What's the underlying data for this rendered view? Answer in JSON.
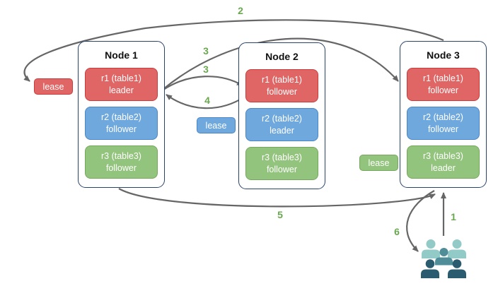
{
  "nodes": [
    {
      "title": "Node 1",
      "replicas": [
        {
          "name": "r1 (table1)",
          "role": "leader",
          "color": "red"
        },
        {
          "name": "r2 (table2)",
          "role": "follower",
          "color": "blue"
        },
        {
          "name": "r3 (table3)",
          "role": "follower",
          "color": "green"
        }
      ]
    },
    {
      "title": "Node 2",
      "replicas": [
        {
          "name": "r1 (table1)",
          "role": "follower",
          "color": "red"
        },
        {
          "name": "r2 (table2)",
          "role": "leader",
          "color": "blue"
        },
        {
          "name": "r3 (table3)",
          "role": "follower",
          "color": "green"
        }
      ]
    },
    {
      "title": "Node 3",
      "replicas": [
        {
          "name": "r1 (table1)",
          "role": "follower",
          "color": "red"
        },
        {
          "name": "r2 (table2)",
          "role": "follower",
          "color": "blue"
        },
        {
          "name": "r3 (table3)",
          "role": "leader",
          "color": "green"
        }
      ]
    }
  ],
  "leases": [
    {
      "label": "lease",
      "color": "red",
      "near": "left of Node 1 (r1 leader)"
    },
    {
      "label": "lease",
      "color": "blue",
      "near": "left of Node 2 (r2 leader)"
    },
    {
      "label": "lease",
      "color": "green",
      "near": "left of Node 3 (r3 leader)"
    }
  ],
  "arrows": [
    {
      "label": "1",
      "from": "clients",
      "to": "Node 3 bottom"
    },
    {
      "label": "2",
      "from": "Node 3 top",
      "to": "red lease"
    },
    {
      "label": "3",
      "from": "Node 1 r1 leader",
      "to": "Node 3 r1 follower"
    },
    {
      "label": "3",
      "from": "Node 1 r1 leader",
      "to": "Node 2 r1 follower"
    },
    {
      "label": "4",
      "from": "Node 2 r1 follower",
      "to": "Node 1 r1 leader"
    },
    {
      "label": "5",
      "from": "Node 1 bottom",
      "to": "Node 3 bottom"
    },
    {
      "label": "6",
      "from": "Node 3 bottom",
      "to": "clients"
    }
  ],
  "icons": {
    "users": "users-icon"
  },
  "colors": {
    "red_fill": "#e06666",
    "red_border": "#cc3b3b",
    "blue_fill": "#6fa8dc",
    "blue_border": "#4a86c8",
    "green_fill": "#93c47d",
    "green_border": "#74a95b",
    "node_border": "#28436b",
    "arrow": "#666666",
    "number_green": "#6aa84f",
    "users_light": "#92cac7",
    "users_mid": "#4f8d99",
    "users_dark": "#2a5b6e"
  }
}
